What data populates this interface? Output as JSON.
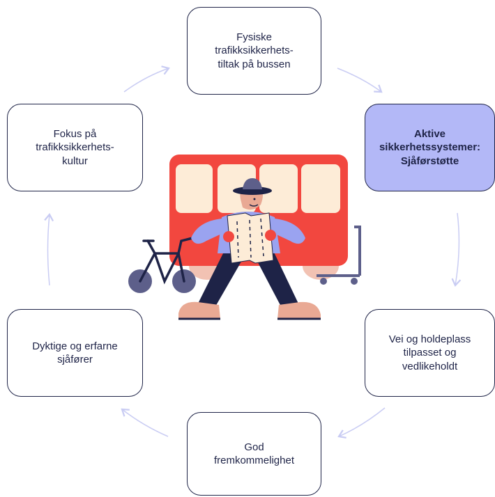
{
  "diagram": {
    "nodes": [
      {
        "id": "fysiske",
        "label": "Fysiske\ntrafikksikkerhets-\ntiltak på bussen",
        "active": false
      },
      {
        "id": "aktive",
        "label": "Aktive\nsikkerhetssystemer:\nSjåførstøtte",
        "active": true
      },
      {
        "id": "vei",
        "label": "Vei og holdeplass\ntilpasset og\nvedlikeholdt",
        "active": false
      },
      {
        "id": "fremkommelighet",
        "label": "God\nfremkommelighet",
        "active": false
      },
      {
        "id": "sjaforer",
        "label": "Dyktige og erfarne\nsjåfører",
        "active": false
      },
      {
        "id": "kultur",
        "label": "Fokus på\ntrafikksikkerhets-\nkultur",
        "active": false
      }
    ],
    "colors": {
      "border": "#1e2347",
      "active_fill": "#b3b8f7",
      "arrow": "#c9ccf3",
      "bus_red": "#f2473f",
      "window": "#fdecd7",
      "person_shirt": "#9aa3f0",
      "person_pants": "#1e2347",
      "skin": "#e9a994",
      "bike": "#5d5f8a"
    },
    "illustration": "bus-with-traveler-reading-map"
  }
}
